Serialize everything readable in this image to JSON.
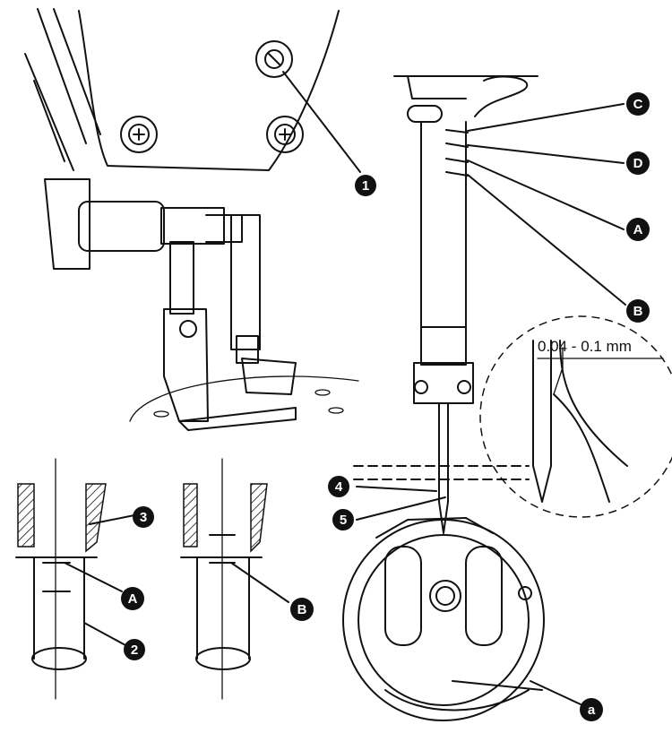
{
  "callouts": {
    "c1": "1",
    "c2": "2",
    "c3": "3",
    "c4": "4",
    "c5": "5",
    "A_top": "A",
    "B_top": "B",
    "C_top": "C",
    "D_top": "D",
    "A_bottom": "A",
    "B_bottom": "B",
    "a_hook": "a"
  },
  "dimension_label": "0.04 - 0.1 mm",
  "colors": {
    "ink": "#111111",
    "paper": "#ffffff"
  }
}
